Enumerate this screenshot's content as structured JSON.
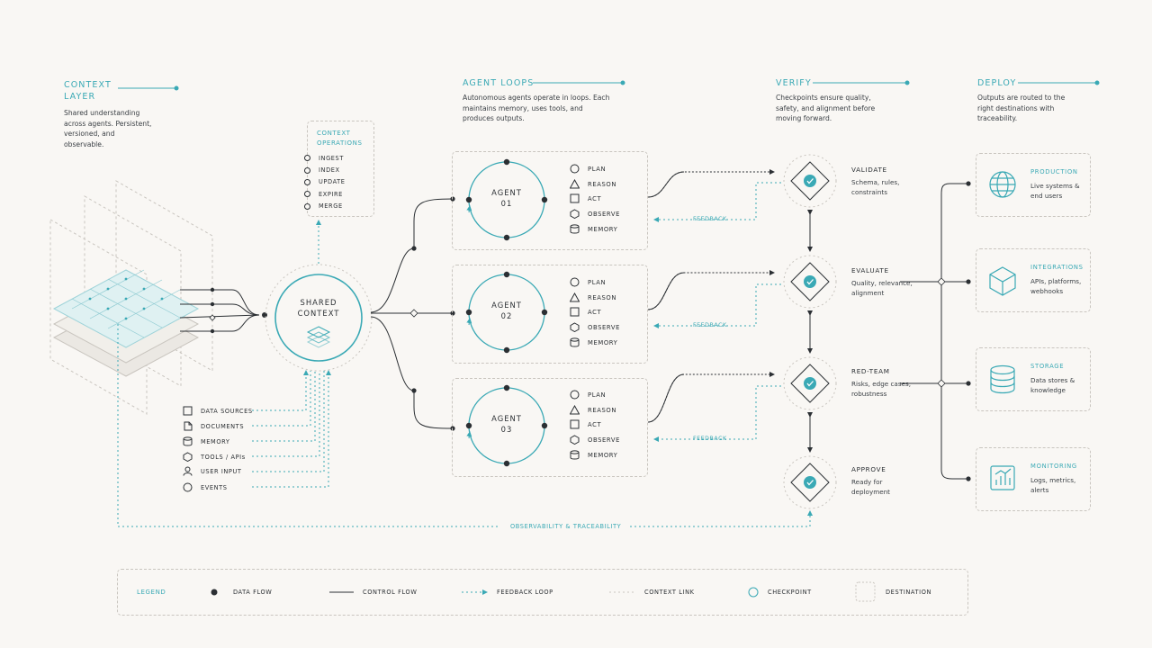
{
  "sections": {
    "context": {
      "title": "CONTEXT\nLAYER",
      "desc": "Shared understanding across agents. Persistent, versioned, and observable."
    },
    "agents": {
      "title": "AGENT LOOPS",
      "desc": "Autonomous agents operate in loops. Each maintains memory, uses tools, and produces outputs."
    },
    "verify": {
      "title": "VERIFY",
      "desc": "Checkpoints ensure quality, safety, and alignment before moving forward."
    },
    "deploy": {
      "title": "DEPLOY",
      "desc": "Outputs are routed to the right destinations with traceability."
    }
  },
  "context_ops": {
    "title": "CONTEXT\nOPERATIONS",
    "items": [
      "INGEST",
      "INDEX",
      "UPDATE",
      "EXPIRE",
      "MERGE"
    ]
  },
  "shared_context": {
    "label": "SHARED\nCONTEXT"
  },
  "sources": [
    {
      "icon": "square-icon",
      "label": "DATA SOURCES"
    },
    {
      "icon": "document-icon",
      "label": "DOCUMENTS"
    },
    {
      "icon": "cylinder-icon",
      "label": "MEMORY"
    },
    {
      "icon": "hexagon-icon",
      "label": "TOOLS / APIs"
    },
    {
      "icon": "user-icon",
      "label": "USER INPUT"
    },
    {
      "icon": "circle-icon",
      "label": "EVENTS"
    }
  ],
  "agents": [
    {
      "label": "AGENT\n01"
    },
    {
      "label": "AGENT\n02"
    },
    {
      "label": "AGENT\n03"
    }
  ],
  "agent_steps": [
    {
      "icon": "circle-icon",
      "label": "PLAN"
    },
    {
      "icon": "triangle-icon",
      "label": "REASON"
    },
    {
      "icon": "square-icon",
      "label": "ACT"
    },
    {
      "icon": "hexagon-icon",
      "label": "OBSERVE"
    },
    {
      "icon": "cylinder-icon",
      "label": "MEMORY"
    }
  ],
  "feedback_label": "FEEDBACK",
  "checkpoints": [
    {
      "title": "VALIDATE",
      "desc": "Schema, rules, constraints"
    },
    {
      "title": "EVALUATE",
      "desc": "Quality, relevance, alignment"
    },
    {
      "title": "RED-TEAM",
      "desc": "Risks, edge cases, robustness"
    },
    {
      "title": "APPROVE",
      "desc": "Ready for deployment"
    }
  ],
  "destinations": [
    {
      "icon": "globe-icon",
      "title": "PRODUCTION",
      "desc": "Live systems & end users"
    },
    {
      "icon": "cube-icon",
      "title": "INTEGRATIONS",
      "desc": "APIs, platforms, webhooks"
    },
    {
      "icon": "database-icon",
      "title": "STORAGE",
      "desc": "Data stores & knowledge"
    },
    {
      "icon": "chart-icon",
      "title": "MONITORING",
      "desc": "Logs, metrics, alerts"
    }
  ],
  "observability_label": "OBSERVABILITY & TRACEABILITY",
  "legend": {
    "title": "LEGEND",
    "items": [
      {
        "label": "DATA FLOW"
      },
      {
        "label": "CONTROL FLOW"
      },
      {
        "label": "FEEDBACK LOOP"
      },
      {
        "label": "CONTEXT LINK"
      },
      {
        "label": "CHECKPOINT"
      },
      {
        "label": "DESTINATION"
      }
    ]
  },
  "colors": {
    "accent": "#3aa9b5",
    "ink": "#2b2f33",
    "dash": "#c9c5bf",
    "bg": "#f9f7f4"
  }
}
